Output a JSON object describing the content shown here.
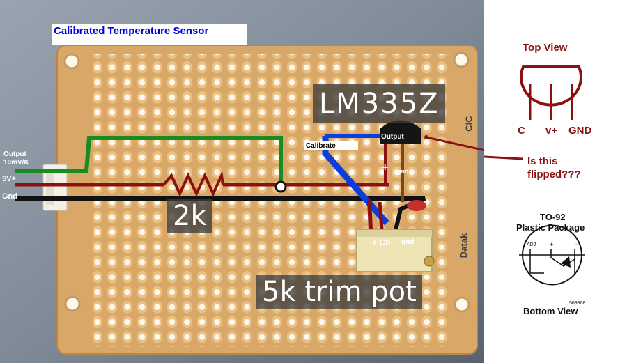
{
  "title": "Calibrated Temperature Sensor",
  "labels": {
    "sensor": "LM335Z",
    "resistor": "2k",
    "trim_pot": "5k trim pot",
    "calibrate": "Calibrate",
    "sensor_output": "Output",
    "connector_output": "Output\n10mV/K",
    "supply": "5V+",
    "ground": "Gnd",
    "sensor_plus": "+",
    "sensor_gnd": "gnd",
    "pot_cb": "+ Cb",
    "pot_gnd": "gnd",
    "board_code": "CIC",
    "board_brand": "Datak"
  },
  "sidebar": {
    "top_view": "Top View",
    "pin_c": "C",
    "pin_v": "v+",
    "pin_gnd": "GND",
    "question": "Is this\nflipped???",
    "package_line1": "TO-92",
    "package_line2": "Plastic Package",
    "pin_adj": "ADJ",
    "pin_plus": "+",
    "pin_minus": "−",
    "part_number": "569808",
    "bottom_view": "Bottom View"
  },
  "colors": {
    "board": "#d9a868",
    "hole": "#fdf7ec",
    "photo_bg": "#6a7583",
    "wire_green": "#1a8a22",
    "wire_red": "#8b1010",
    "wire_black": "#111111",
    "wire_blue": "#0b3ee0",
    "annotation": "#8b1010",
    "title": "#0000dd"
  }
}
